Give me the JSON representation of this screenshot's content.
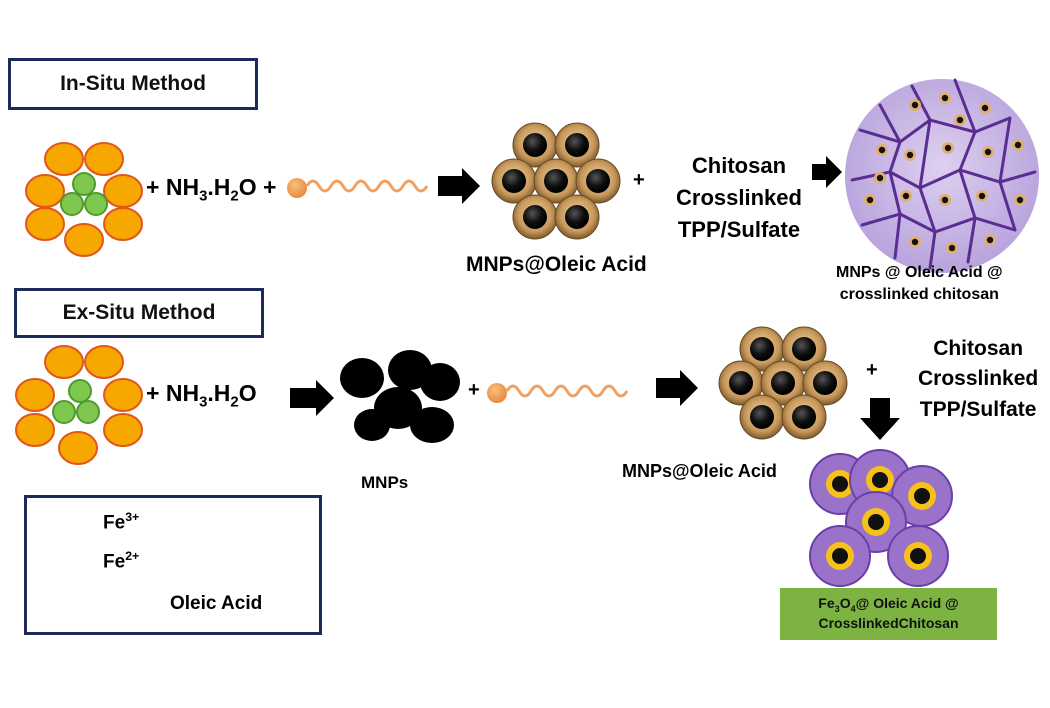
{
  "sections": {
    "insitu_title": "In-Situ Method",
    "exsitu_title": "Ex-Situ Method"
  },
  "reagents": {
    "plus": "+",
    "nh3_a": "NH",
    "nh3_b": "3",
    "nh3_c": ".H",
    "nh3_d": "2",
    "nh3_e": "O"
  },
  "labels": {
    "mnps_oleic": "MNPs@Oleic Acid",
    "mnps": "MNPs",
    "chitosan_line1": "Chitosan",
    "chitosan_line2": "Crosslinked",
    "chitosan_line3": "TPP/Sulfate",
    "insitu_product_line1": "MNPs @ Oleic Acid @",
    "insitu_product_line2": "crosslinked chitosan",
    "exsitu_product_a": "Fe",
    "exsitu_product_b": "3",
    "exsitu_product_c": "O",
    "exsitu_product_d": "4",
    "exsitu_product_e": "@ Oleic Acid @",
    "exsitu_product_line2": "CrosslinkedChitosan"
  },
  "legend": {
    "fe3_base": "Fe",
    "fe3_sup": "3+",
    "fe2_base": "Fe",
    "fe2_sup": "2+",
    "oleic": "Oleic Acid"
  },
  "colors": {
    "fe3": "#f6a800",
    "fe3_stroke": "#e0561b",
    "fe2": "#7ec850",
    "fe2_stroke": "#4f9a2f",
    "oleic": "#f0a060",
    "shell": "#c8985a",
    "core": "#111111",
    "chitosan": "#c9b8e6",
    "chitosan_line": "#5a2d91",
    "chitosan_shell": "#9a72c9",
    "product_box": "#7cb342",
    "frame": "#1e2a5a"
  }
}
